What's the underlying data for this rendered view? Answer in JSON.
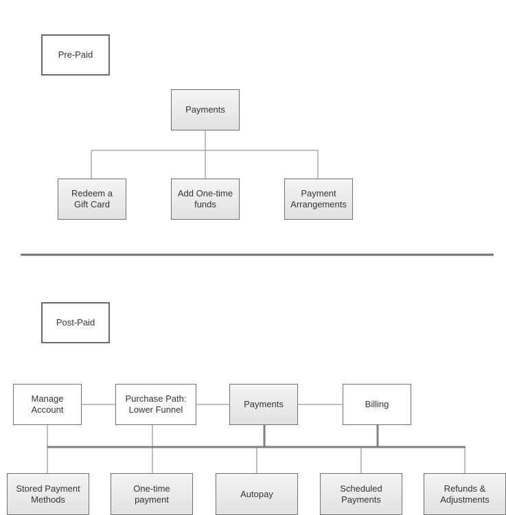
{
  "prepaid": {
    "legend": "Pre-Paid",
    "root": "Payments",
    "children": [
      "Redeem a\nGift Card",
      "Add One-time\nfunds",
      "Payment\nArrangements"
    ]
  },
  "postpaid": {
    "legend": "Post-Paid",
    "top": [
      "Manage\nAccount",
      "Purchase Path:\nLower Funnel",
      "Payments",
      "Billing"
    ],
    "bottom": [
      "Stored Payment\nMethods",
      "One-time payment",
      "Autopay",
      "Scheduled\nPayments",
      "Refunds &\nAdjustments"
    ]
  },
  "colors": {
    "border": "#707070",
    "line": "#808080",
    "divider": "#707070",
    "text": "#333333"
  }
}
